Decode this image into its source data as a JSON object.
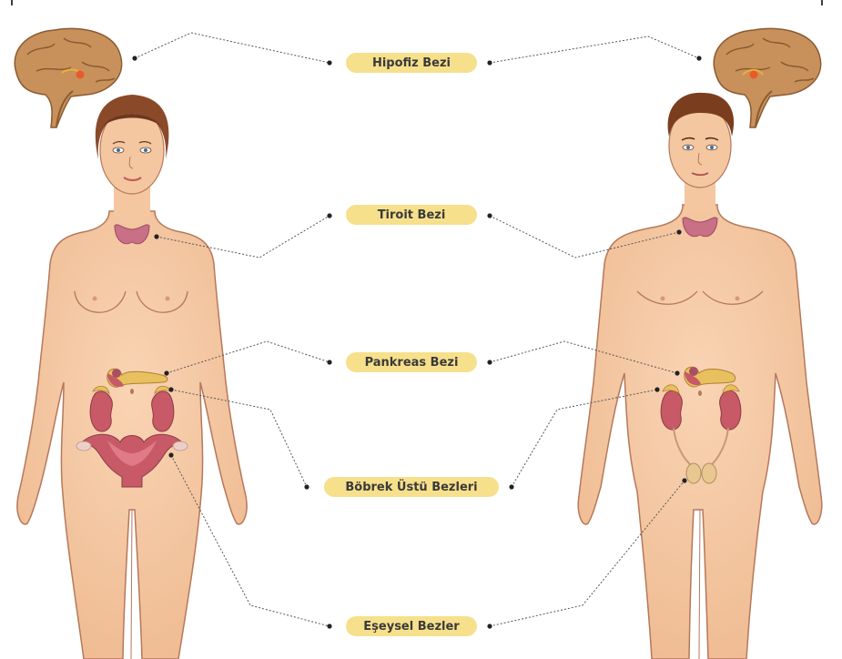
{
  "labels": {
    "hipofiz": "Hipofiz Bezi",
    "tiroit": "Tiroit Bezi",
    "pankreas": "Pankreas Bezi",
    "bobrek": "Böbrek Üstü Bezleri",
    "eseysel": "Eşeysel Bezler"
  },
  "colors": {
    "skin": "#f4c7a1",
    "skin_outline": "#b5785a",
    "label_bg": "#f7e08c",
    "connector": "#555555",
    "thyroid": "#c96f86",
    "organ": "#c75a66",
    "adrenal": "#e8c060",
    "pituitary": "#e85a2a",
    "brain": "#c8915c",
    "hair_female": "#8a4a2a",
    "hair_male": "#7a3e1e"
  }
}
